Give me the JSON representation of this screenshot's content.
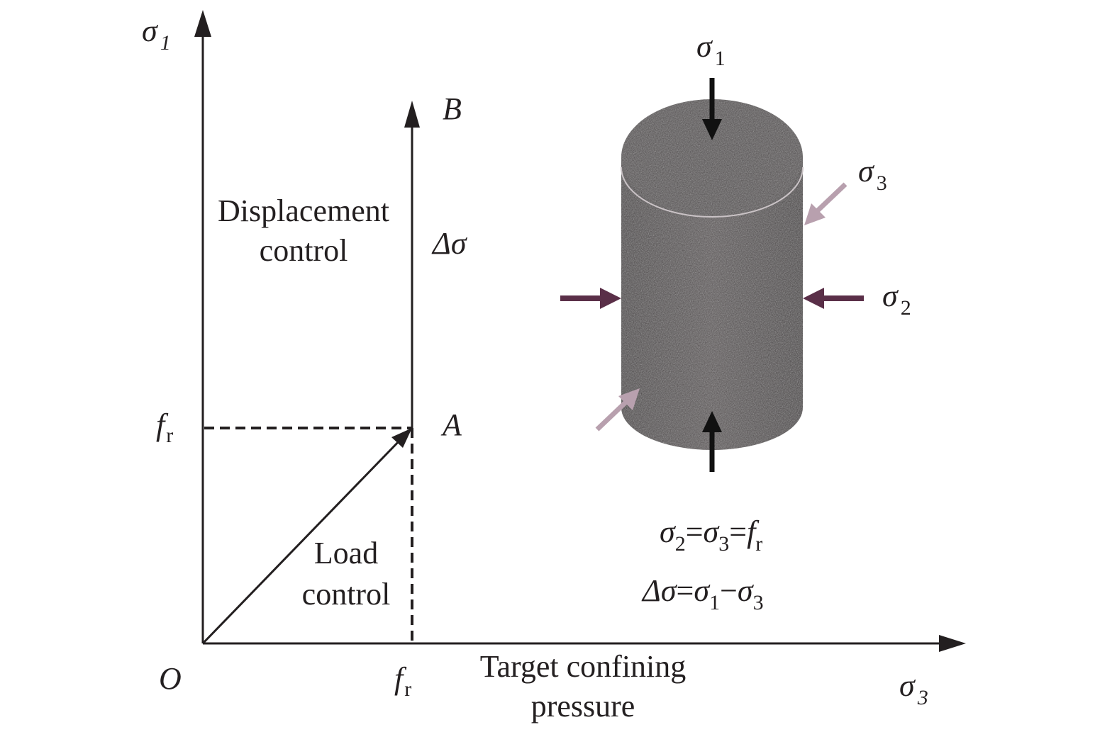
{
  "axes": {
    "y_symbol": "σ",
    "y_sub": "1",
    "x_symbol": "σ",
    "x_sub": "3",
    "origin": "O"
  },
  "points": {
    "A": "A",
    "B": "B"
  },
  "ticks": {
    "fr_symbol": "f",
    "fr_sub": "r"
  },
  "labels": {
    "displacement_line1": "Displacement",
    "displacement_line2": "control",
    "delta_sigma": "Δσ",
    "load_line1": "Load",
    "load_line2": "control",
    "target_line1": "Target confining",
    "target_line2": "pressure"
  },
  "specimen": {
    "sigma1": {
      "symbol": "σ",
      "sub": "1"
    },
    "sigma2": {
      "symbol": "σ",
      "sub": "2"
    },
    "sigma3": {
      "symbol": "σ",
      "sub": "3"
    },
    "colors": {
      "rock": "#4a4546",
      "sigma1_arrow": "#111111",
      "sigma2_arrow": "#5a2f48",
      "sigma3_arrow": "#b8a0ae"
    }
  },
  "equations": {
    "eq1": {
      "s": "σ",
      "sub2": "2",
      "eq": "=",
      "sub3": "3",
      "f": "f",
      "r": "r"
    },
    "eq2": {
      "d": "Δσ",
      "eq": "=",
      "s": "σ",
      "sub1": "1",
      "minus": "−",
      "sub3": "3"
    }
  }
}
